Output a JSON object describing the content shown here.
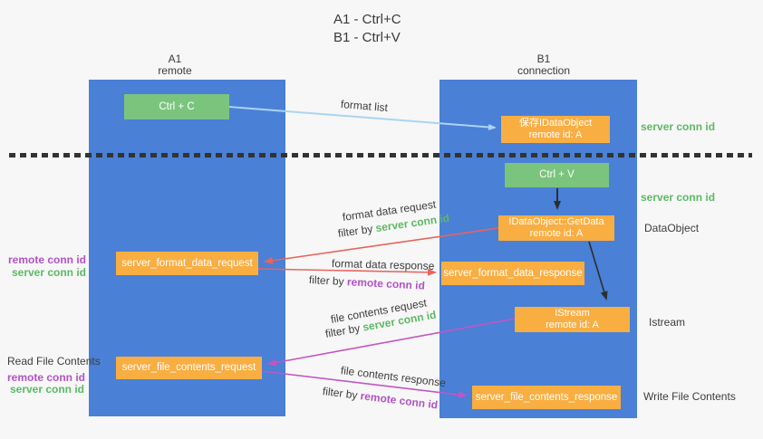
{
  "colors": {
    "background": "#f7f7f7",
    "lifeline_blue": "#4a80d6",
    "box_green": "#7ac47e",
    "box_orange": "#f9ae42",
    "green_text": "#5cb964",
    "purple_text": "#b153c4",
    "red_arrow": "#e8645c",
    "magenta_arrow": "#c355c3",
    "lightblue_arrow": "#aad4f2",
    "black_arrow": "#2e2e2e"
  },
  "title": {
    "line1": "A1 - Ctrl+C",
    "line2": "B1 - Ctrl+V"
  },
  "columns": {
    "left": {
      "header_line1": "A1",
      "header_line2": "remote"
    },
    "right": {
      "header_line1": "B1",
      "header_line2": "connection"
    }
  },
  "boxes": {
    "ctrl_c": "Ctrl + C",
    "ctrl_v": "Ctrl + V",
    "save_dataobject": {
      "line1": "保存IDataObject",
      "line2": "remote id: A"
    },
    "getdata": {
      "line1": "IDataObject::GetData",
      "line2": "remote id: A"
    },
    "istream": {
      "line1": "IStream",
      "line2": "remote id: A"
    },
    "format_request": "server_format_data_request",
    "format_response": "server_format_data_response",
    "file_request": "server_file_contents_request",
    "file_response": "server_file_contents_response"
  },
  "labels": {
    "format_list": "format list",
    "format_data_request": "format data request",
    "format_data_response": "format data response",
    "file_contents_request": "file contents request",
    "file_contents_response": "file contents response",
    "filter_by": "filter by ",
    "server_conn_id": "server conn id",
    "remote_conn_id": "remote conn id",
    "dataobject": "DataObject",
    "istream_side": "Istream",
    "read_file_contents": "Read File Contents",
    "write_file_contents": "Write File Contents"
  }
}
